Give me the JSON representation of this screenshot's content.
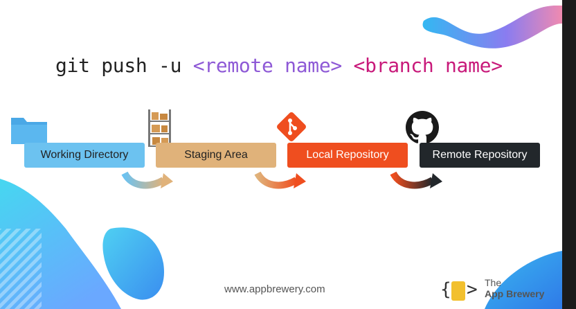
{
  "command": {
    "base": "git push -u ",
    "remote": "<remote name>",
    "branch": "<branch name>"
  },
  "stages": [
    {
      "label": "Working Directory",
      "icon": "folder-icon",
      "color": "#6cc2f0"
    },
    {
      "label": "Staging Area",
      "icon": "warehouse-shelves-icon",
      "color": "#e0b27a"
    },
    {
      "label": "Local Repository",
      "icon": "git-logo-icon",
      "color": "#ef4e1f"
    },
    {
      "label": "Remote Repository",
      "icon": "github-logo-icon",
      "color": "#22272b"
    }
  ],
  "footer": {
    "url": "www.appbrewery.com",
    "brand_the": "The",
    "brand_name": "App Brewery"
  },
  "colors": {
    "remote_text": "#8e59d6",
    "branch_text": "#c8197a"
  }
}
